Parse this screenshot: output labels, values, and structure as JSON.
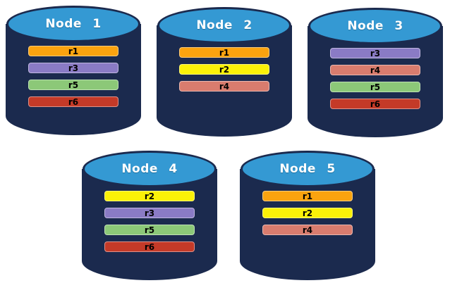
{
  "diagram": {
    "description": "Five database node cylinders showing replica placement",
    "colors": {
      "background": "#ffffff",
      "cylinder_body": "#1B2A4E",
      "cylinder_top": "#3499D3",
      "node_title_text": "#ffffff",
      "bar_label_text": "#000000"
    },
    "replica_colors": {
      "r1": "#FBA30F",
      "r2": "#FBF108",
      "r3": "#8A7BC5",
      "r4": "#D97C6E",
      "r5": "#8CC878",
      "r6": "#C43A28"
    },
    "nodes": [
      {
        "title": "Node 1",
        "replicas": [
          "r1",
          "r3",
          "r5",
          "r6"
        ]
      },
      {
        "title": "Node 2",
        "replicas": [
          "r1",
          "r2",
          "r4"
        ]
      },
      {
        "title": "Node 3",
        "replicas": [
          "r3",
          "r4",
          "r5",
          "r6"
        ]
      },
      {
        "title": "Node 4",
        "replicas": [
          "r2",
          "r3",
          "r5",
          "r6"
        ]
      },
      {
        "title": "Node 5",
        "replicas": [
          "r1",
          "r2",
          "r4"
        ]
      }
    ]
  }
}
